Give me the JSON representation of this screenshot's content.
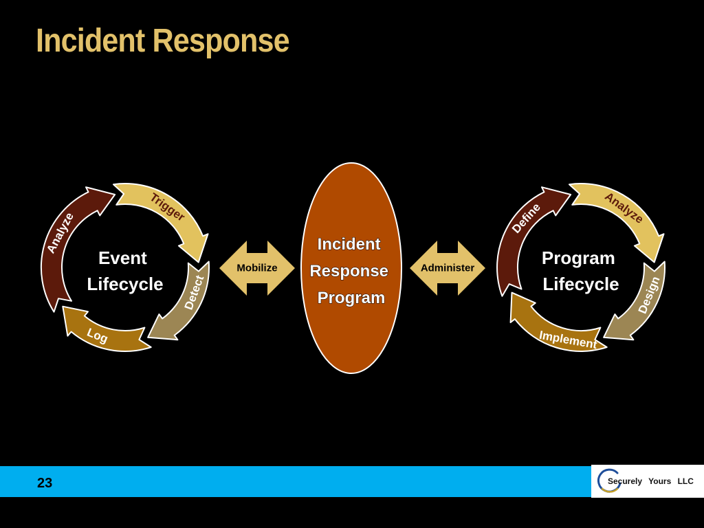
{
  "title": "Incident Response",
  "colors": {
    "title": "#E2C16A",
    "footer_bar": "#00AEEF",
    "center_ellipse": "#B04A00",
    "connector": "#E2C16A",
    "arrow_dark_brown": "#5C1A0B",
    "arrow_light_gold": "#E2C25E",
    "arrow_olive": "#9C8654",
    "arrow_amber": "#A87310",
    "logo_ring_blue": "#1E4E9A",
    "logo_ring_gold": "#C9A227"
  },
  "event_cycle": {
    "center_label": [
      "Event",
      "Lifecycle"
    ],
    "steps": [
      "Trigger",
      "Detect",
      "Log",
      "Analyze"
    ]
  },
  "program_cycle": {
    "center_label": [
      "Program",
      "Lifecycle"
    ],
    "steps": [
      "Analyze",
      "Design",
      "Implement",
      "Define"
    ]
  },
  "center": {
    "label": [
      "Incident",
      "Response",
      "Program"
    ]
  },
  "connectors": {
    "left_label": "Mobilize",
    "right_label": "Administer"
  },
  "footer": {
    "page_number": "23",
    "logo_text": "Securely Yours LLC"
  }
}
